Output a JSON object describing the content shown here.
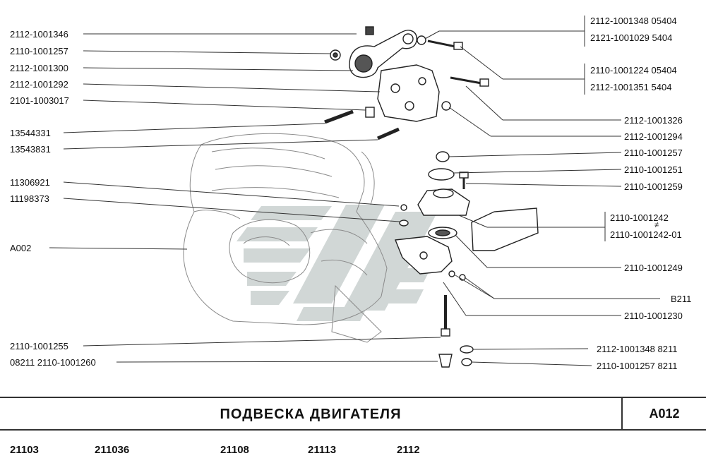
{
  "left_labels": [
    {
      "id": "l1",
      "text": "2112-1001346"
    },
    {
      "id": "l2",
      "text": "2110-1001257"
    },
    {
      "id": "l3",
      "text": "2112-1001300"
    },
    {
      "id": "l4",
      "text": "2112-1001292"
    },
    {
      "id": "l5",
      "text": "2101-1003017"
    },
    {
      "id": "l6",
      "text": "13544331"
    },
    {
      "id": "l7",
      "text": "13543831"
    },
    {
      "id": "l8",
      "text": "11306921"
    },
    {
      "id": "l9",
      "text": "11198373"
    },
    {
      "id": "l10",
      "text": "A002"
    },
    {
      "id": "l11",
      "text": "2110-1001255"
    },
    {
      "id": "l12",
      "text": "08211  2110-1001260"
    }
  ],
  "right_labels": [
    {
      "id": "r1a",
      "text": "2112-1001348  05404"
    },
    {
      "id": "r1b",
      "text": "2121-1001029    5404"
    },
    {
      "id": "r2a",
      "text": "2110-1001224  05404"
    },
    {
      "id": "r2b",
      "text": "2112-1001351    5404"
    },
    {
      "id": "r3",
      "text": "2112-1001326"
    },
    {
      "id": "r4",
      "text": "2112-1001294"
    },
    {
      "id": "r5",
      "text": "2110-1001257"
    },
    {
      "id": "r6",
      "text": "2110-1001251"
    },
    {
      "id": "r7",
      "text": "2110-1001259"
    },
    {
      "id": "r8a",
      "text": "2110-1001242"
    },
    {
      "id": "r8b",
      "text": "2110-1001242-01"
    },
    {
      "id": "r9",
      "text": "2110-1001249"
    },
    {
      "id": "r10",
      "text": "B211"
    },
    {
      "id": "r11",
      "text": "2110-1001230"
    },
    {
      "id": "r12",
      "text": "2112-1001348  8211"
    },
    {
      "id": "r13",
      "text": "2110-1001257  8211"
    }
  ],
  "neq_symbol": "≠",
  "title": "ПОДВЕСКА  ДВИГАТЕЛЯ",
  "code": "A012",
  "models": [
    "21103",
    "211036",
    "21108",
    "21113",
    "2112"
  ]
}
